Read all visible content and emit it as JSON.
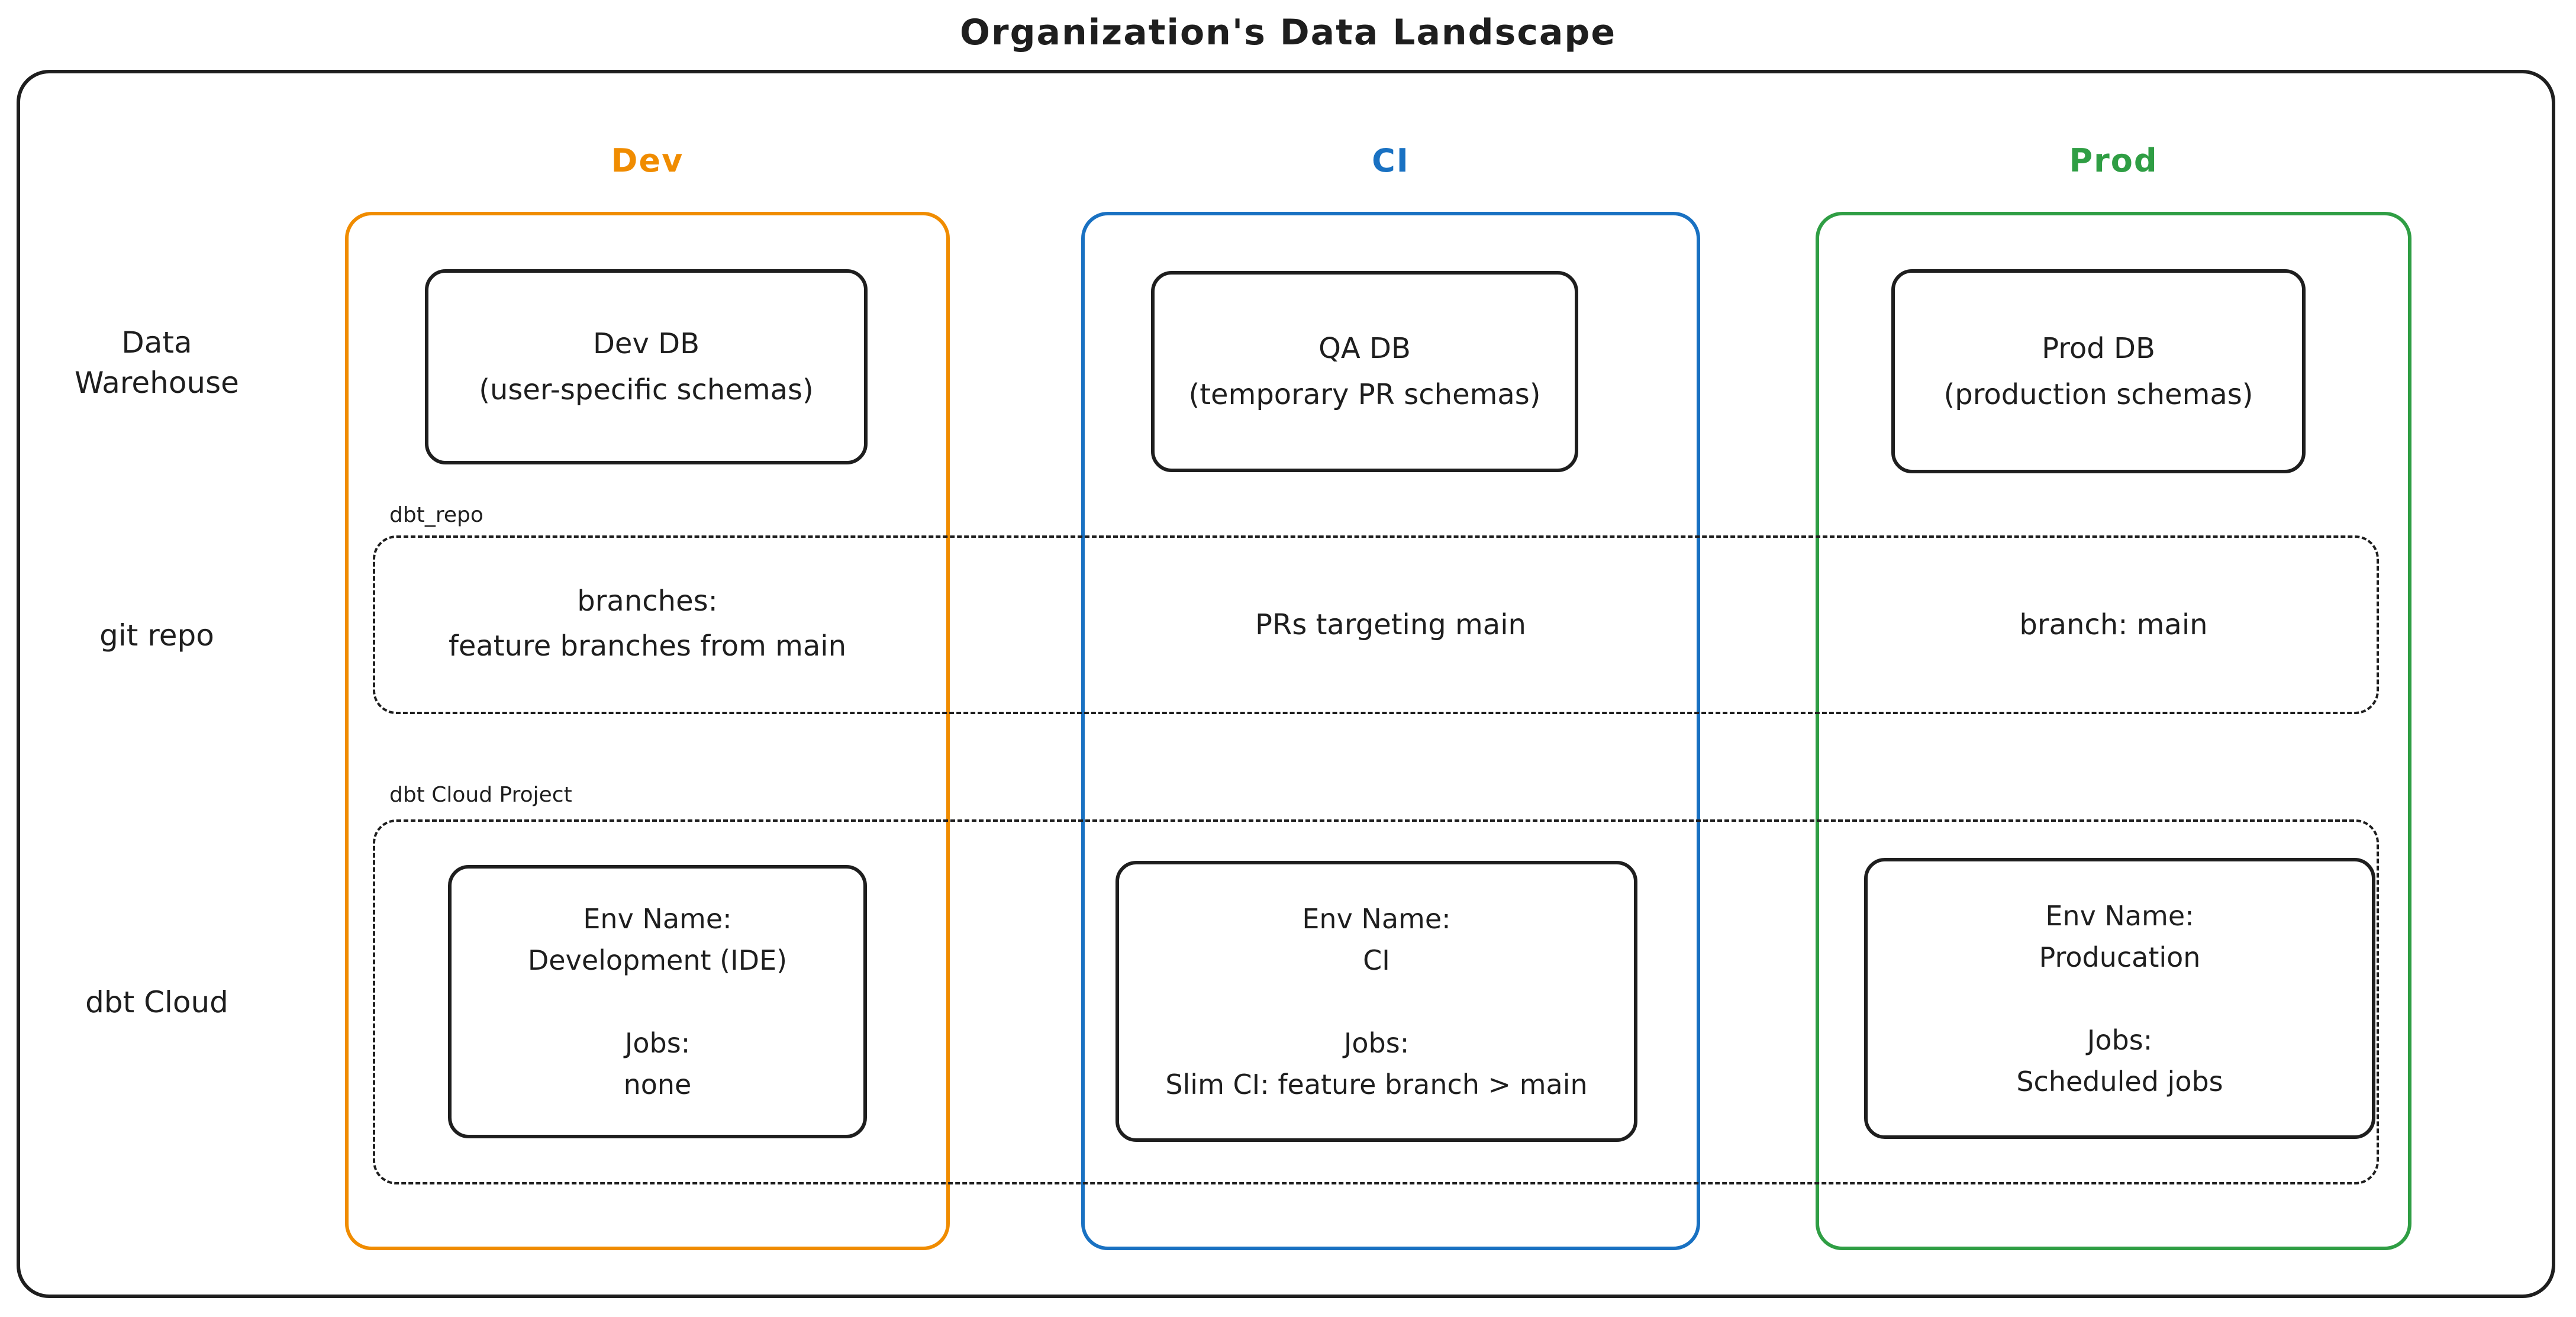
{
  "title": "Organization's Data Landscape",
  "colors": {
    "dev": "#f08c00",
    "ci": "#1971c2",
    "prod": "#2f9e44",
    "stroke": "#1e1e1e",
    "background": "#ffffff"
  },
  "row_labels": {
    "data_warehouse_line1": "Data",
    "data_warehouse_line2": "Warehouse",
    "git_repo": "git repo",
    "dbt_cloud": "dbt Cloud"
  },
  "overlays": {
    "repo_label": "dbt_repo",
    "project_label": "dbt Cloud Project"
  },
  "columns": [
    {
      "id": "dev",
      "header": "Dev",
      "db_box": {
        "title": "Dev DB",
        "subtitle": "(user-specific schemas)"
      },
      "git_lines": [
        "branches:",
        "feature branches from main"
      ],
      "env_box": {
        "env_label": "Env Name:",
        "env_value": "Development (IDE)",
        "jobs_label": "Jobs:",
        "jobs_value": "none"
      }
    },
    {
      "id": "ci",
      "header": "CI",
      "db_box": {
        "title": "QA DB",
        "subtitle": "(temporary PR schemas)"
      },
      "git_lines": [
        "PRs targeting main"
      ],
      "env_box": {
        "env_label": "Env Name:",
        "env_value": "CI",
        "jobs_label": "Jobs:",
        "jobs_value": "Slim CI: feature branch > main"
      }
    },
    {
      "id": "prod",
      "header": "Prod",
      "db_box": {
        "title": "Prod DB",
        "subtitle": "(production schemas)"
      },
      "git_lines": [
        "branch: main"
      ],
      "env_box": {
        "env_label": "Env Name:",
        "env_value": "Producation",
        "jobs_label": "Jobs:",
        "jobs_value": "Scheduled jobs"
      }
    }
  ]
}
